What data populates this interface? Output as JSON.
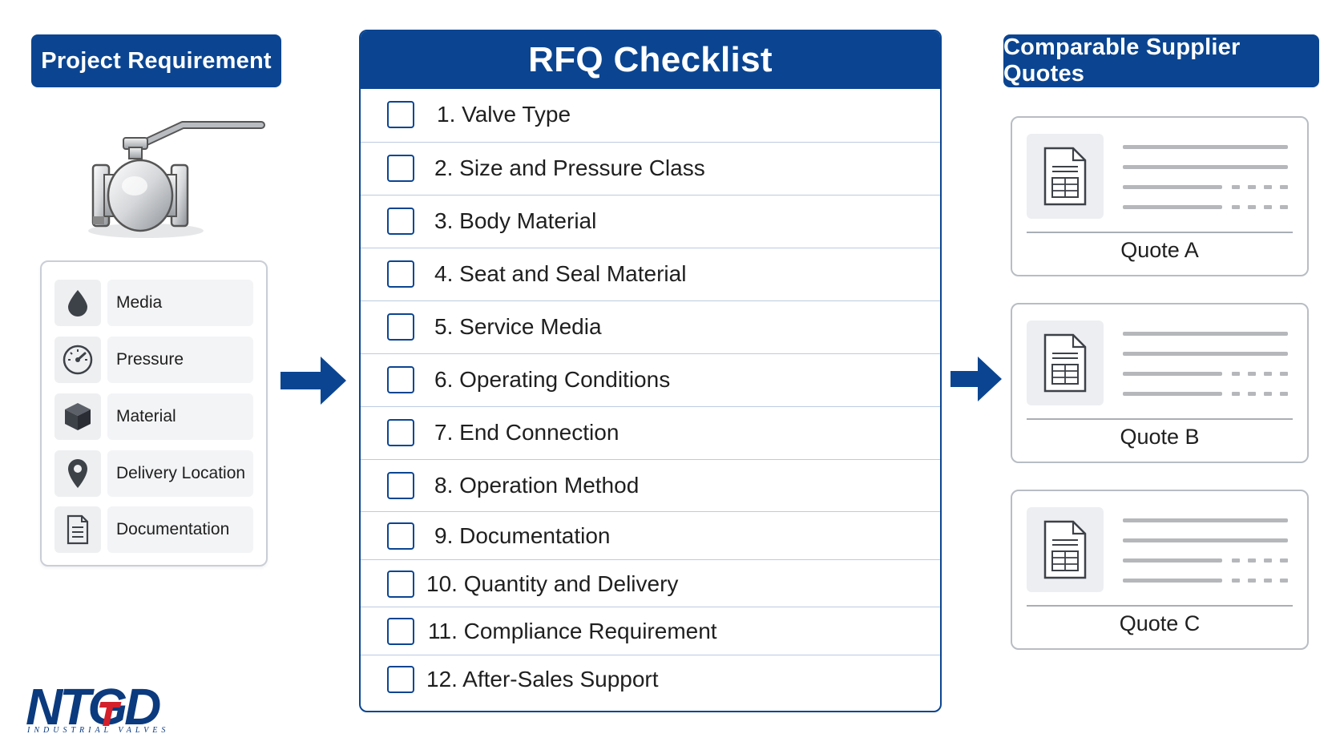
{
  "requirement": {
    "title": "Project Requirement",
    "items": [
      {
        "label": "Media",
        "icon": "water-drop-icon"
      },
      {
        "label": "Pressure",
        "icon": "pressure-gauge-icon"
      },
      {
        "label": "Material",
        "icon": "cube-icon"
      },
      {
        "label": "Delivery Location",
        "icon": "location-pin-icon"
      },
      {
        "label": "Documentation",
        "icon": "document-icon"
      }
    ]
  },
  "checklist": {
    "title": "RFQ Checklist",
    "items": [
      {
        "num": "1.",
        "label": "Valve Type"
      },
      {
        "num": "2.",
        "label": "Size and Pressure Class"
      },
      {
        "num": "3.",
        "label": "Body Material"
      },
      {
        "num": "4.",
        "label": "Seat and Seal Material"
      },
      {
        "num": "5.",
        "label": "Service Media"
      },
      {
        "num": "6.",
        "label": "Operating Conditions"
      },
      {
        "num": "7.",
        "label": "End Connection"
      },
      {
        "num": "8.",
        "label": "Operation Method"
      },
      {
        "num": "9.",
        "label": "Documentation"
      },
      {
        "num": "10.",
        "label": "Quantity and Delivery"
      },
      {
        "num": "11.",
        "label": "Compliance Requirement"
      },
      {
        "num": "12.",
        "label": "After-Sales Support"
      }
    ]
  },
  "quotes": {
    "title": "Comparable Supplier Quotes",
    "items": [
      {
        "label": "Quote A"
      },
      {
        "label": "Quote B"
      },
      {
        "label": "Quote C"
      }
    ]
  },
  "brand": {
    "name": "NTGD",
    "tagline": "INDUSTRIAL VALVES",
    "primary_color": "#0b4591",
    "accent_color": "#d3202a"
  }
}
